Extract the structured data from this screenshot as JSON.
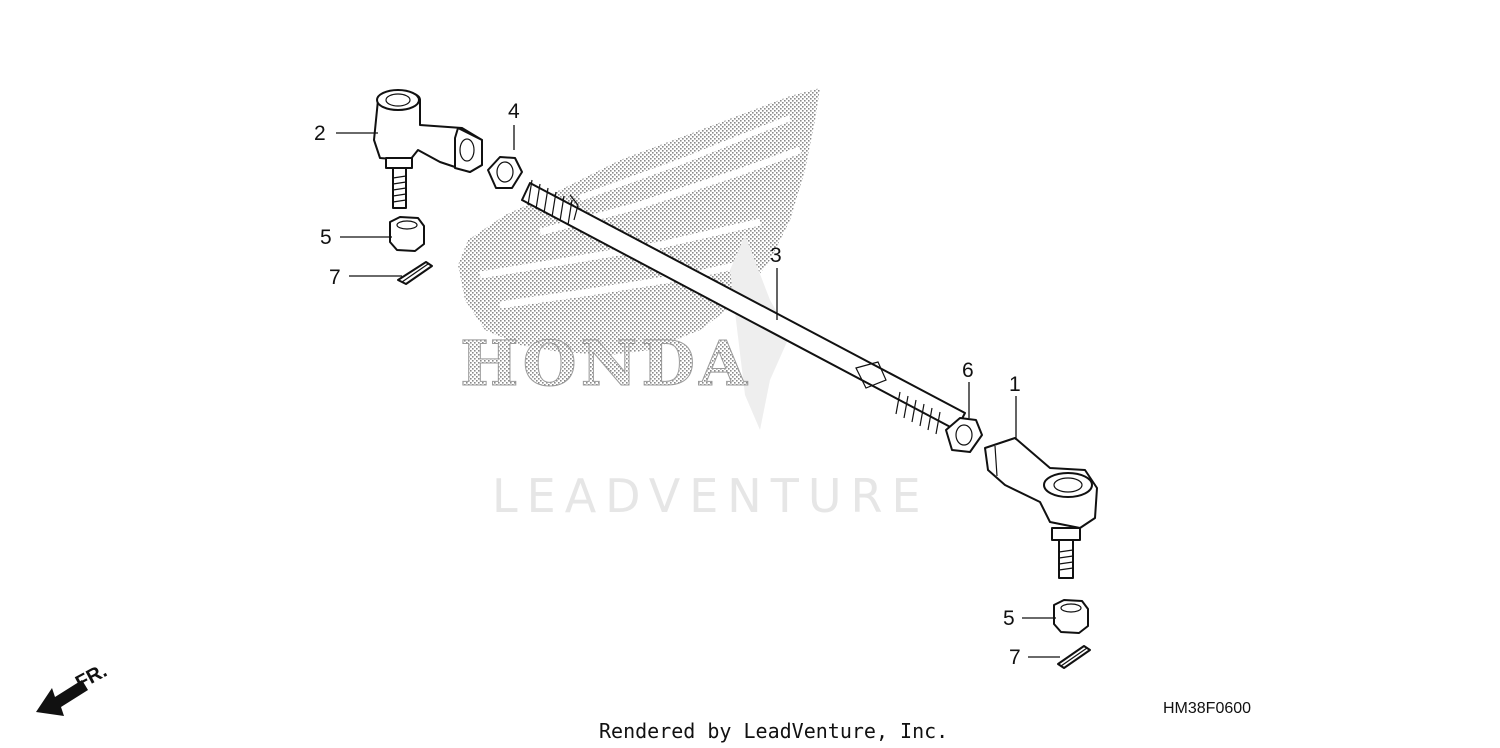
{
  "watermark": {
    "brand": "HONDA",
    "company": "LEADVENTURE"
  },
  "callouts": [
    {
      "id": "c2a",
      "label": "2"
    },
    {
      "id": "c4",
      "label": "4"
    },
    {
      "id": "c5a",
      "label": "5"
    },
    {
      "id": "c7a",
      "label": "7"
    },
    {
      "id": "c3",
      "label": "3"
    },
    {
      "id": "c6",
      "label": "6"
    },
    {
      "id": "c1",
      "label": "1"
    },
    {
      "id": "c5b",
      "label": "5"
    },
    {
      "id": "c7b",
      "label": "7"
    }
  ],
  "direction_label": "FR.",
  "diagram_code": "HM38F0600",
  "credit": "Rendered by LeadVenture, Inc."
}
